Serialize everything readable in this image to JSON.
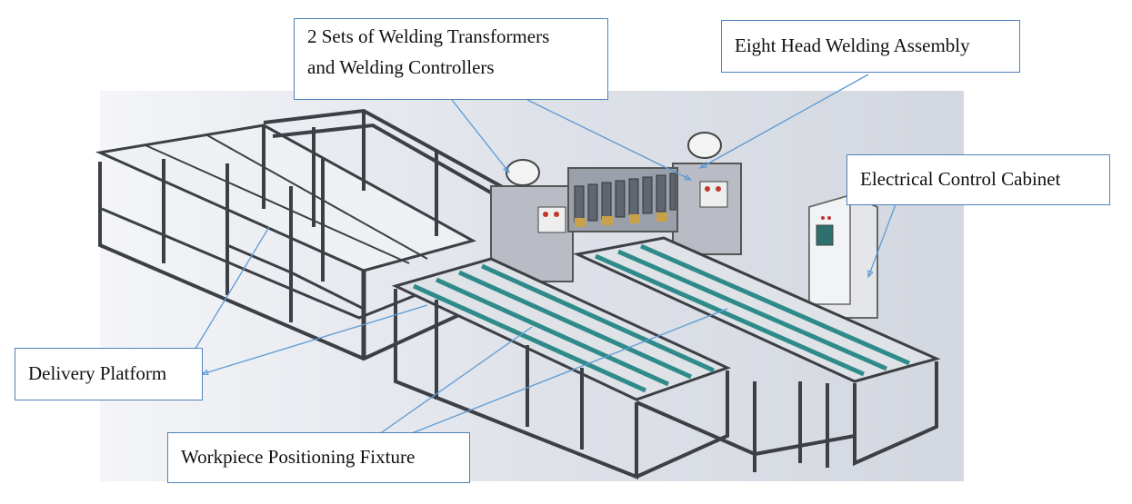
{
  "callouts": {
    "transformers": {
      "lines": [
        "2 Sets of Welding Transformers",
        "and Welding Controllers"
      ]
    },
    "welding_assembly": {
      "text": "Eight Head Welding Assembly"
    },
    "control_cabinet": {
      "text": "Electrical Control Cabinet"
    },
    "delivery_platform": {
      "text": "Delivery Platform"
    },
    "positioning_fixture": {
      "text": "Workpiece Positioning Fixture"
    }
  },
  "colors": {
    "callout_border": "#4f81bd",
    "leader_line": "#5b9bd5",
    "frame_steel": "#3c3f44",
    "rail_teal": "#2f8a8a",
    "cabinet": "#b9bcc4",
    "backdrop": "#e6e8ee"
  }
}
